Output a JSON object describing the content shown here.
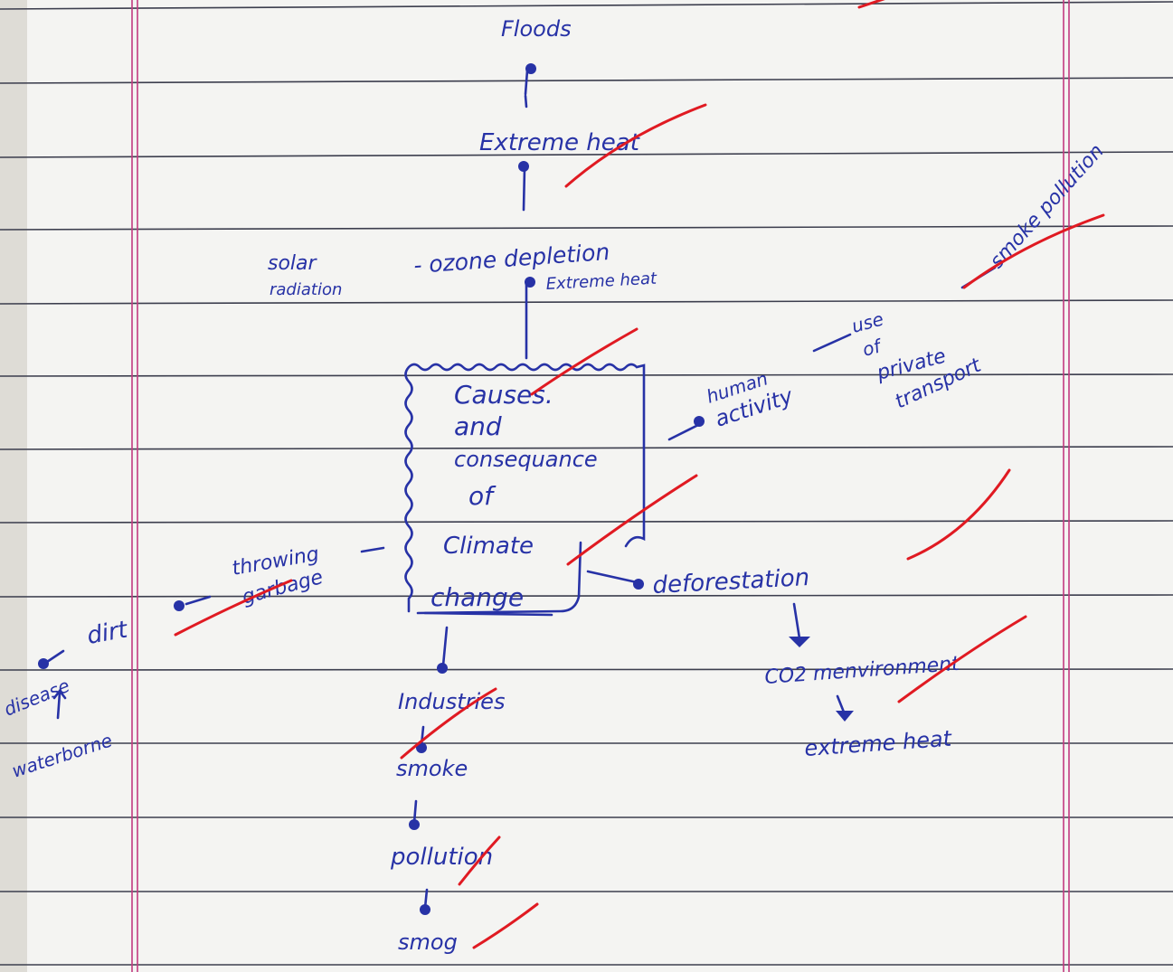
{
  "colors": {
    "paper": "#f4f4f2",
    "rule_line": "#3c3e4e",
    "margin_line": "#c23a80",
    "ink": "#2732a6",
    "check_mark": "#e01a22"
  },
  "diagram": {
    "center_lines": [
      "Causes.",
      "and",
      "consequance",
      "of",
      "Climate",
      "change"
    ],
    "labels": {
      "floods": "Floods",
      "extreme_heat_top": "Extreme heat",
      "ozone_depletion": "- ozone depletion",
      "extreme_heat_small": "Extreme heat",
      "solar": "solar",
      "radiation": "radiation",
      "human": "human",
      "activity": "activity",
      "use": "use",
      "of": "of",
      "private": "private",
      "transport": "transport",
      "smoke_pollution": "smoke pollution",
      "deforestation": "deforestation",
      "co2_environment": "CO2 menvironment",
      "extreme_heat_bottom": "extreme heat",
      "throwing": "throwing",
      "garbage": "garbage",
      "dirt": "dirt",
      "disease": "disease",
      "waterborne": "waterborne",
      "industries": "Industries",
      "smoke": "smoke",
      "pollution": "pollution",
      "smog": "smog"
    }
  }
}
